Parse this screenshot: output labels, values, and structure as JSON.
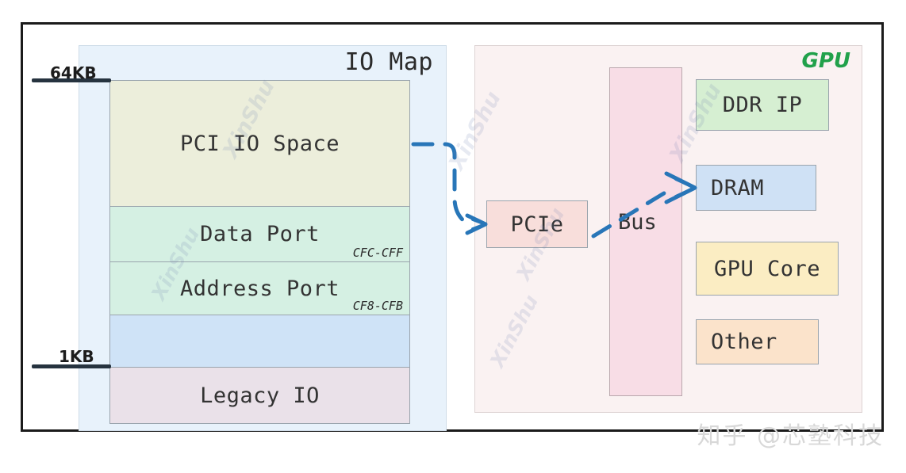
{
  "diagram": {
    "io_map": {
      "title": "IO Map",
      "markers": [
        {
          "label": "64KB"
        },
        {
          "label": "1KB"
        }
      ],
      "regions": [
        {
          "label": "PCI IO Space",
          "range": "",
          "color": "#eceedb",
          "height": 159
        },
        {
          "label": "Data Port",
          "range": "CFC-CFF",
          "color": "#d5f0e3",
          "height": 70
        },
        {
          "label": "Address Port",
          "range": "CF8-CFB",
          "color": "#d5f0e3",
          "height": 67
        },
        {
          "label": "",
          "range": "",
          "color": "#cfe3f7",
          "height": 66
        },
        {
          "label": "Legacy IO",
          "range": "",
          "color": "#eae1e9",
          "height": 72
        }
      ]
    },
    "gpu": {
      "title": "GPU",
      "bus_label": "Bus",
      "bus_color": "#f8dde6",
      "nodes": [
        {
          "label": "PCIe",
          "color": "#f8dedb"
        },
        {
          "label": "DDR IP",
          "color": "#d6efd2"
        },
        {
          "label": "DRAM",
          "color": "#cfe1f5"
        },
        {
          "label": "GPU Core",
          "color": "#fbedc3"
        },
        {
          "label": "Other",
          "color": "#fbe3cb"
        }
      ]
    },
    "watermarks": {
      "tiled_text": "XinShu",
      "brand": "知乎 @芯塾科技"
    },
    "colors": {
      "accent_arrow": "#2876b8",
      "gpu_title": "#21a14b",
      "frame": "#1b1b1b"
    }
  }
}
